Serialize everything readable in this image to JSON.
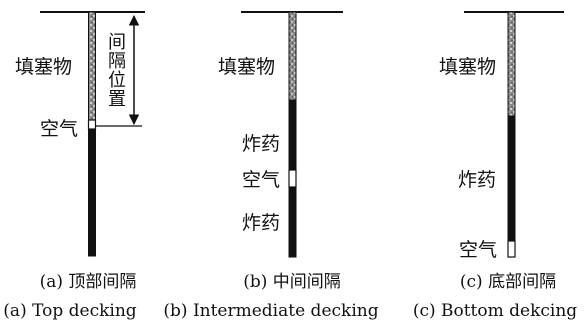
{
  "diagram": {
    "panels": [
      {
        "id": "a",
        "caption_zh": "(a) 顶部间隔",
        "caption_en": "(a) Top decking",
        "labels": {
          "stemming": "填塞物",
          "air": "空气",
          "interval": "间隔位置"
        }
      },
      {
        "id": "b",
        "caption_zh": "(b) 中间间隔",
        "caption_en": "(b) Intermediate decking",
        "labels": {
          "stemming": "填塞物",
          "explosive_upper": "炸药",
          "air": "空气",
          "explosive_lower": "炸药"
        }
      },
      {
        "id": "c",
        "caption_zh": "(c) 底部间隔",
        "caption_en": "(c) Bottom dekcing",
        "labels": {
          "stemming": "填塞物",
          "explosive": "炸药",
          "air": "空气"
        }
      }
    ],
    "colors": {
      "line": "#111111",
      "stemming_fill": "#9a9a9a",
      "explosive_fill": "#111111",
      "air_fill": "#ffffff"
    }
  }
}
